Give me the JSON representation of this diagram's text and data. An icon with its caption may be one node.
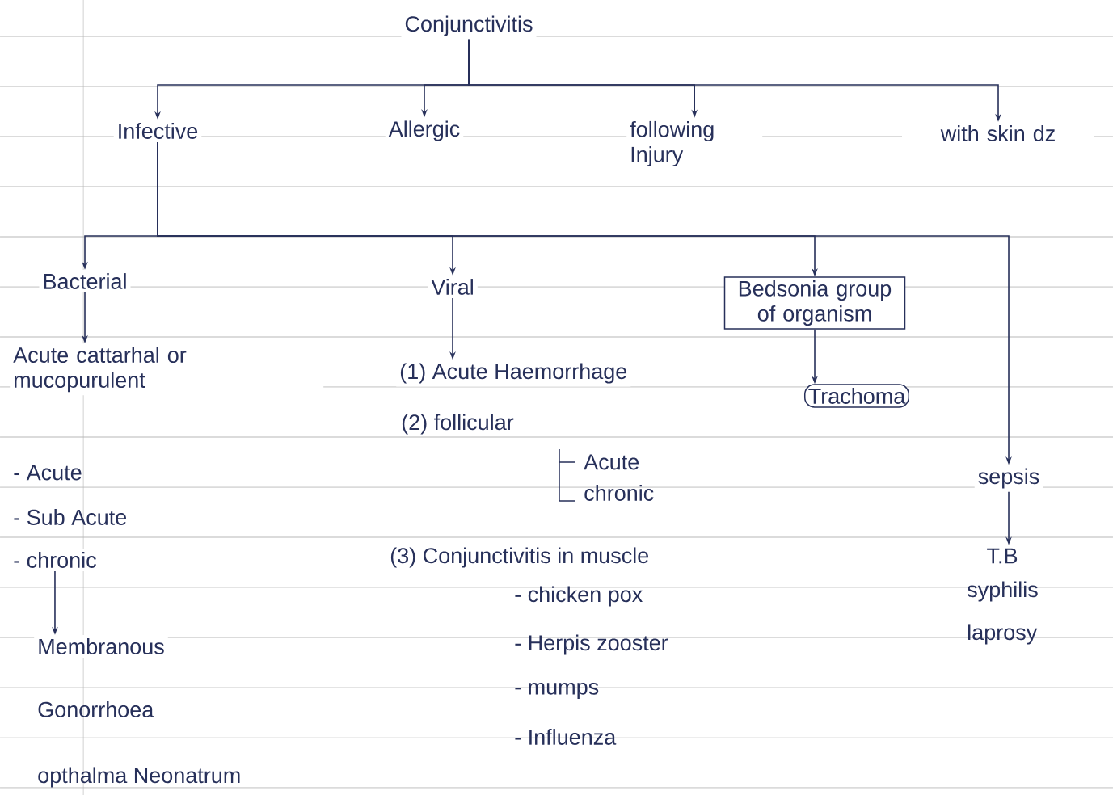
{
  "diagram": {
    "nodes": [
      {
        "text": [
          "Conjunctivitis"
        ]
      },
      {
        "text": [
          "Infective"
        ]
      },
      {
        "text": [
          "Allergic"
        ]
      },
      {
        "text": [
          "following Injury"
        ]
      },
      {
        "text": [
          "with skin dz"
        ]
      },
      {
        "text": [
          "Bacterial"
        ]
      },
      {
        "text": [
          "Viral"
        ]
      },
      {
        "text": [
          "Bedsonia group of organism"
        ]
      },
      {
        "text": [
          "Trachoma"
        ]
      },
      {
        "text": [
          "sepsis"
        ]
      },
      {
        "text": [
          "Acute cattarhal or mucopurulent"
        ]
      },
      {
        "text": [
          "- chronic"
        ]
      },
      {
        "text": [
          "Membranous"
        ]
      },
      {
        "text": [
          "(1) Acute Haemorrhage"
        ]
      },
      {
        "text": [
          "T.B"
        ]
      }
    ],
    "edges": [
      {
        "from": 0,
        "to": 1,
        "arrow": "to"
      },
      {
        "from": 0,
        "to": 2,
        "arrow": "to"
      },
      {
        "from": 0,
        "to": 3,
        "arrow": "to"
      },
      {
        "from": 0,
        "to": 4,
        "arrow": "to"
      },
      {
        "from": 1,
        "to": 5,
        "arrow": "to"
      },
      {
        "from": 1,
        "to": 6,
        "arrow": "to"
      },
      {
        "from": 1,
        "to": 7,
        "arrow": "to"
      },
      {
        "from": 1,
        "to": 9,
        "arrow": "to"
      },
      {
        "from": 5,
        "to": 10,
        "arrow": "to"
      },
      {
        "from": 6,
        "to": 13,
        "arrow": "to"
      },
      {
        "from": 7,
        "to": 8,
        "arrow": "to"
      },
      {
        "from": 11,
        "to": 12,
        "arrow": "to"
      },
      {
        "from": 9,
        "to": 14,
        "arrow": "to"
      }
    ],
    "labels": [
      "- Acute",
      "- Sub Acute",
      "Gonorrhoea",
      "opthalma Neonatrum",
      "(2) follicular",
      "Acute",
      "chronic",
      "(3) Conjunctivitis in muscle",
      "- chicken pox",
      "- Herpis zooster",
      "- mumps",
      "- Influenza",
      "syphilis",
      "laprosy"
    ]
  }
}
